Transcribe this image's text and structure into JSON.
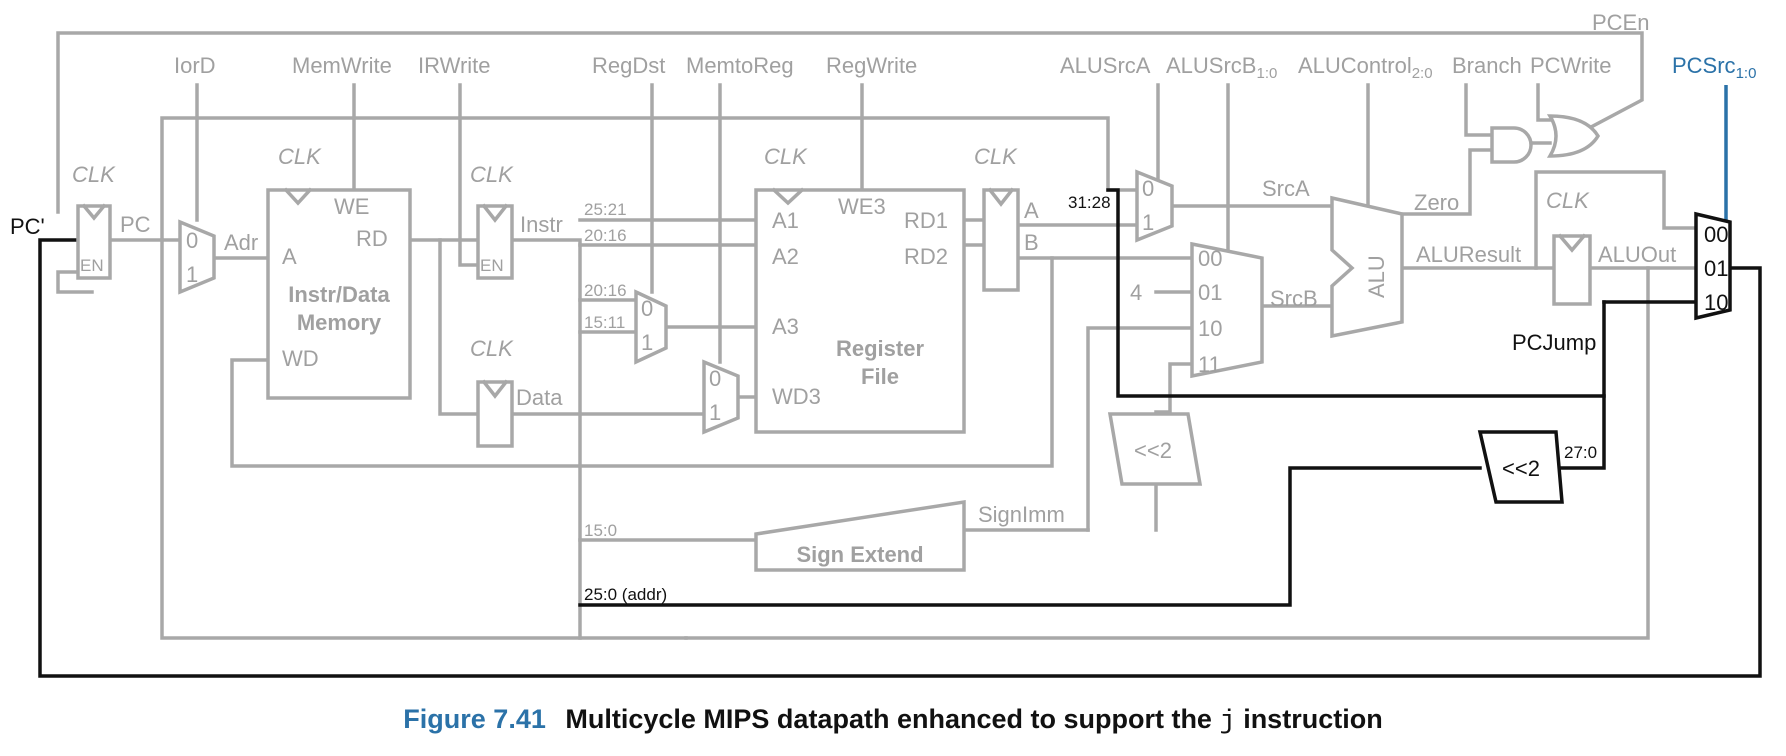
{
  "labels": {
    "pcprime": "PC'",
    "pc": "PC",
    "pcen": "PCEn",
    "iord": "IorD",
    "memwrite": "MemWrite",
    "irwrite": "IRWrite",
    "regdst": "RegDst",
    "memtoreg": "MemtoReg",
    "regwrite": "RegWrite",
    "alusrca": "ALUSrcA",
    "alusrcb": "ALUSrcB",
    "alusrcb_sub": "1:0",
    "alucontrol": "ALUControl",
    "alucontrol_sub": "2:0",
    "branch": "Branch",
    "pcwrite": "PCWrite",
    "pcsrc": "PCSrc",
    "pcsrc_sub": "1:0",
    "clk": "CLK",
    "en": "EN",
    "adr": "Adr",
    "instr": "Instr",
    "data": "Data",
    "mem_a": "A",
    "mem_we": "WE",
    "mem_rd": "RD",
    "mem_wd": "WD",
    "mem_title_1": "Instr/Data",
    "mem_title_2": "Memory",
    "rf_a1": "A1",
    "rf_a2": "A2",
    "rf_a3": "A3",
    "rf_wd3": "WD3",
    "rf_we3": "WE3",
    "rf_rd1": "RD1",
    "rf_rd2": "RD2",
    "rf_title_1": "Register",
    "rf_title_2": "File",
    "reg_a": "A",
    "reg_b": "B",
    "bits_25_21": "25:21",
    "bits_20_16": "20:16",
    "bits_20_16b": "20:16",
    "bits_15_11": "15:11",
    "bits_15_0": "15:0",
    "bits_25_0": "25:0 (addr)",
    "bits_31_28": "31:28",
    "bits_27_0": "27:0",
    "srca": "SrcA",
    "srcb": "SrcB",
    "zero": "Zero",
    "aluresult": "ALUResult",
    "aluout": "ALUOut",
    "alu": "ALU",
    "four": "4",
    "shift2": "<<2",
    "shift2b": "<<2",
    "signext": "Sign Extend",
    "signimm": "SignImm",
    "pcjump": "PCJump",
    "mux_0": "0",
    "mux_1": "1",
    "mux_00": "00",
    "mux_01": "01",
    "mux_10": "10",
    "mux_11": "11"
  },
  "caption": {
    "number": "Figure 7.41",
    "text_before": "Multicycle MIPS datapath enhanced to support the",
    "code": "j",
    "text_after": "instruction"
  }
}
